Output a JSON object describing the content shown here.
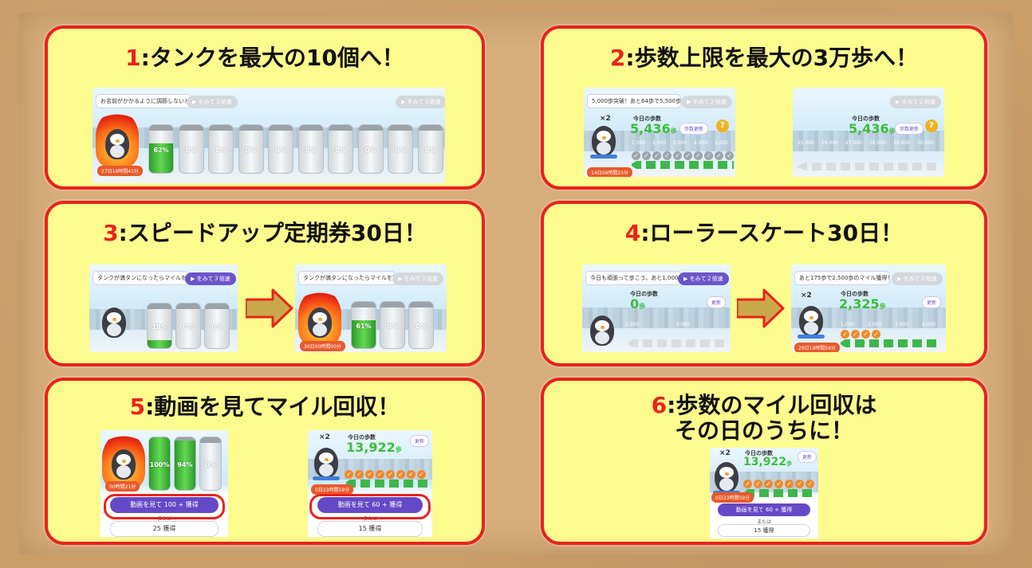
{
  "cards": [
    {
      "num": "1",
      "title": ":タンクを最大の10個へ！"
    },
    {
      "num": "2",
      "title": ":歩数上限を最大の3万歩へ！"
    },
    {
      "num": "3",
      "title": ":スピードアップ定期券30日！"
    },
    {
      "num": "4",
      "title": ":ローラースケート30日！"
    },
    {
      "num": "5",
      "title": ":動画を見てマイル回収！"
    },
    {
      "num": "6",
      "title_line1": ":歩数のマイル回収は",
      "title_line2": "その日のうちに！"
    }
  ],
  "card1": {
    "bubble": "お名前がかかるように調節しないとなぁ",
    "pill1": "をみて３倍速",
    "pill2": "をみて３倍速",
    "timer": "27日16時間41分",
    "tanks": [
      "62%",
      "0%",
      "0%",
      "0%",
      "0%",
      "0%",
      "0%",
      "0%",
      "0%",
      "0%"
    ],
    "fill_levels": [
      0.62,
      0,
      0,
      0,
      0,
      0,
      0,
      0,
      0,
      0
    ]
  },
  "card2": {
    "left": {
      "bubble": "5,000歩突破！あと64歩で5,500歩のマ",
      "pill": "をみて２倍速",
      "label": "今日の歩数",
      "value": "5,436",
      "unit": "歩",
      "update": "歩数更新",
      "help": "?",
      "x2": "×2",
      "ticks": [
        "1,000",
        "2,000",
        "3,000",
        "4,000",
        "5,000"
      ],
      "timer": "14日06時間25分"
    },
    "right": {
      "pill": "をみて２倍速",
      "label": "今日の歩数",
      "value": "5,436",
      "unit": "歩",
      "update": "歩数更新",
      "help": "?",
      "ticks": [
        "25,000",
        "26,000",
        "27,000",
        "28,000",
        "29,000",
        "30,000"
      ]
    }
  },
  "card3": {
    "left": {
      "bubble": "タンクが満タンになったらマイルを回収できるよ。",
      "pill": "をみて３倍速",
      "tanks": [
        "18%",
        "0%",
        "0%"
      ],
      "fill_levels": [
        0.18,
        0,
        0
      ]
    },
    "right": {
      "bubble": "タンクが満タンになったらマイルを回収できるよ。",
      "pill": "をみて３倍速",
      "timer": "30日00時間00分",
      "tanks": [
        "61%",
        "0%",
        "0%"
      ],
      "fill_levels": [
        0.61,
        0,
        0
      ]
    }
  },
  "card4": {
    "left": {
      "bubble": "今日も頑張って歩こう。あと1,000歩で1",
      "pill": "をみて２倍速",
      "label": "今日の歩数",
      "value": "0",
      "unit": "歩",
      "update": "更新",
      "ticks": [
        "1,000",
        "5,000"
      ]
    },
    "right": {
      "bubble": "あと175歩で2,500歩のマイル獲得！",
      "pill": "をみて２倍速",
      "label": "今日の歩数",
      "value": "2,325",
      "unit": "歩",
      "update": "更新",
      "x2": "×2",
      "ticks": [
        "1,000",
        "2,000",
        "3,000",
        "4,000"
      ],
      "timer": "29日19時間59分"
    }
  },
  "card5": {
    "left": {
      "timer": "00時間21分",
      "tanks": [
        "100%",
        "94%",
        "0%"
      ],
      "fill_levels": [
        1.0,
        0.94,
        0
      ],
      "video_btn": "動画を見て 100 + 獲得",
      "or": "または",
      "get_btn": "25 獲得"
    },
    "right": {
      "label": "今日の歩数",
      "value": "13,922",
      "unit": "歩",
      "x2": "×2",
      "update": "更新",
      "timer": "0日23時間59分",
      "video_btn": "動画を見て 60 + 獲得",
      "or": "または",
      "get_btn": "15 獲得"
    }
  },
  "card6": {
    "label": "今日の歩数",
    "value": "13,922",
    "unit": "歩",
    "x2": "×2",
    "update": "更新",
    "timer": "0日23時間59分",
    "video_btn": "動画を見て 60 + 獲得",
    "or": "または",
    "get_btn": "15 獲得"
  },
  "colors": {
    "accent_red": "#e8231b",
    "card_yellow": "#fdfb8e",
    "step_green": "#3dbd3a",
    "purple": "#6549c6",
    "cork": "#d6ad7b"
  }
}
